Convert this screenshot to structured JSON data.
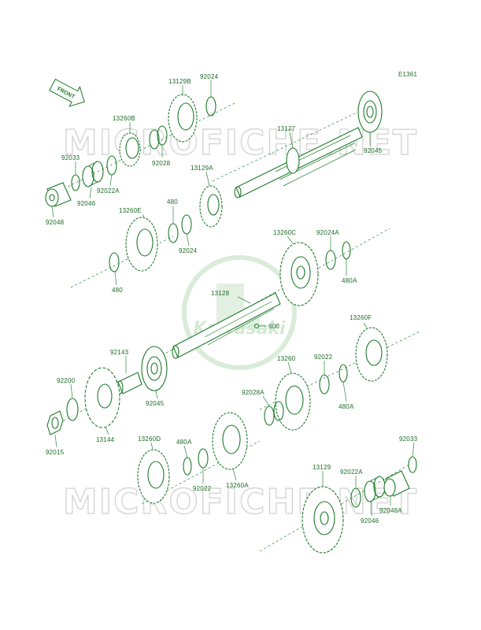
{
  "diagram": {
    "code": "E1361",
    "front_label": "FRONT",
    "watermark": "MICROFICHE.NET",
    "logo_text": "Kawasaki"
  },
  "parts": {
    "p13129B": "13129B",
    "p92024a": "92024",
    "p13260B": "13260B",
    "p92033a": "92033",
    "p92028": "92028",
    "p92022A_a": "92022A",
    "p92046a": "92046",
    "p92048": "92048",
    "p13127": "13127",
    "p92045a": "92045",
    "p13129A": "13129A",
    "p13260E": "13260E",
    "p480a": "480",
    "p92024b": "92024",
    "p480b": "480",
    "p13260C": "13260C",
    "p92024A": "92024A",
    "p480A_a": "480A",
    "p13128": "13128",
    "p600": "600",
    "p92143": "92143",
    "p92045b": "92045",
    "p13260F": "13260F",
    "p92022a": "92022",
    "p480A_b": "480A",
    "p13260": "13260",
    "p92028A": "92028A",
    "p92200": "92200",
    "p13144": "13144",
    "p92015": "92015",
    "p13260D": "13260D",
    "p480A_c": "480A",
    "p92022b": "92022",
    "p13260A": "13260A",
    "p92033b": "92033",
    "p13129": "13129",
    "p92022A_b": "92022A",
    "p92048A": "92048A",
    "p92046b": "92046"
  }
}
